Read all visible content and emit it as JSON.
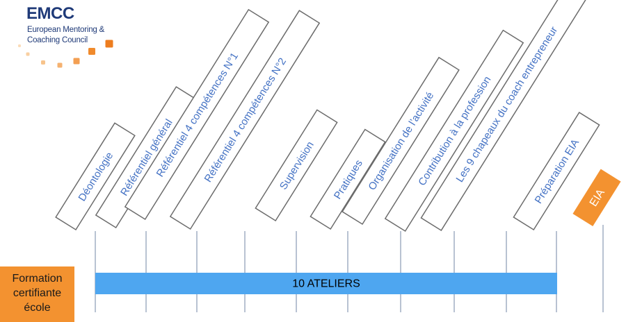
{
  "logo": {
    "title": "EMCC",
    "line1": "European Mentoring &",
    "line2": "Coaching Council",
    "dot_colors": [
      "#f7c48c",
      "#f5b271",
      "#f39f52",
      "#f08a2c"
    ]
  },
  "steps": [
    {
      "label": "Déontologie"
    },
    {
      "label": "Référentiel général"
    },
    {
      "label": "Référentiel 4 compétences N°1"
    },
    {
      "label": "Référentiel 4 compétences N°2"
    },
    {
      "label": "Supervision"
    },
    {
      "label": "Pratiques"
    },
    {
      "label": "Organisation de l’activité"
    },
    {
      "label": "Contribution à la profession"
    },
    {
      "label": "Les 9 chapeaux du coach entrepreneur"
    },
    {
      "label": "Préparation EIA"
    }
  ],
  "final_step": {
    "label": "EIA"
  },
  "bar": {
    "label": "10 ATELIERS"
  },
  "formation": {
    "label": "Formation certifiante école"
  },
  "colors": {
    "box_border": "#6b6b6b",
    "step_text": "#4472c4",
    "bar": "#4ea6f0",
    "accent": "#f39230",
    "line": "#9aa9bf"
  }
}
